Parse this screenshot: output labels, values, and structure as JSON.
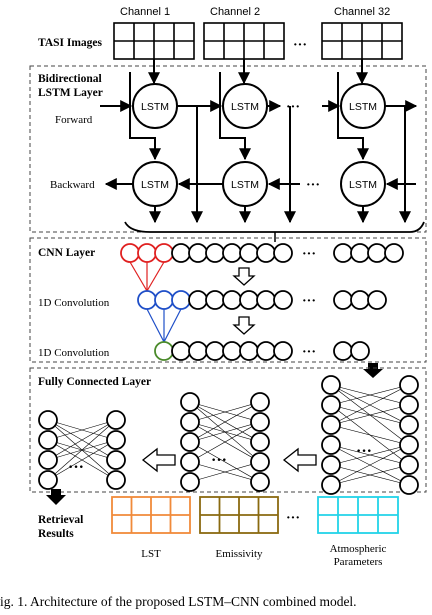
{
  "input": {
    "section_label": "TASI Images",
    "channels": [
      "Channel 1",
      "Channel 2",
      "Channel 32"
    ],
    "ellipsis": "···"
  },
  "lstm_layer": {
    "title_line1": "Bidirectional",
    "title_line2": "LSTM Layer",
    "forward_label": "Forward",
    "backward_label": "Backward",
    "cell_label": "LSTM",
    "ellipsis": "···"
  },
  "cnn_layer": {
    "title": "CNN Layer",
    "conv1_label": "1D Convolution",
    "conv2_label": "1D Convolution",
    "ellipsis": "···"
  },
  "fc_layer": {
    "title": "Fully Connected Layer",
    "ellipsis": "···"
  },
  "outputs": {
    "label_line1": "Retrieval",
    "label_line2": "Results",
    "ellipsis": "···",
    "items": [
      {
        "name": "LST",
        "color": "#f08a3a"
      },
      {
        "name": "Emissivity",
        "color": "#8a6a10"
      },
      {
        "name_line1": "Atmospheric",
        "name_line2": "Parameters",
        "color": "#22d3e8"
      }
    ]
  },
  "colors": {
    "red": "#e02020",
    "blue": "#1f4fc8",
    "green": "#4a8a2a"
  },
  "caption": "ig. 1.   Architecture of the proposed LSTM–CNN combined model."
}
